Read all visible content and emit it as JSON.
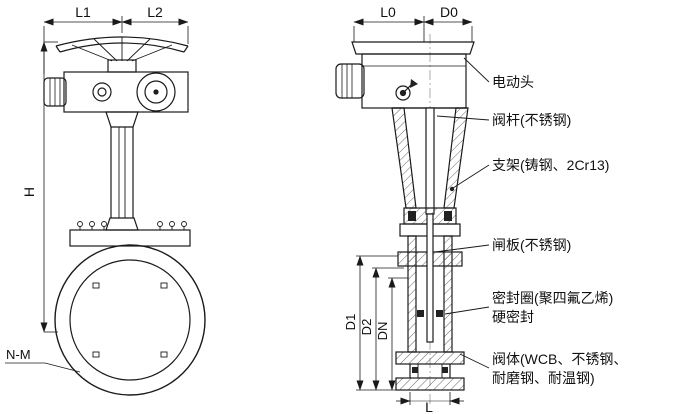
{
  "drawing": {
    "kind": "valve-dimensional-drawing",
    "colors": {
      "line": "#1a1a1a",
      "background": "#ffffff",
      "dark_fill": "#222222"
    }
  },
  "dims": {
    "l1": "L1",
    "l2": "L2",
    "h": "H",
    "n_m": "N-M",
    "l0": "L0",
    "d0": "D0",
    "d1": "D1",
    "d2": "D2",
    "dn": "DN",
    "l": "L"
  },
  "labels": {
    "actuator": "电动头",
    "stem": "阀杆(不锈钢)",
    "bracket": "支架(铸钢、2Cr13)",
    "gate": "闸板(不锈钢)",
    "seal_ring": "密封圈(聚四氟乙烯)",
    "hard_seal": "硬密封",
    "body_1": "阀体(WCB、不锈钢、",
    "body_2": "耐磨钢、耐温钢)"
  }
}
